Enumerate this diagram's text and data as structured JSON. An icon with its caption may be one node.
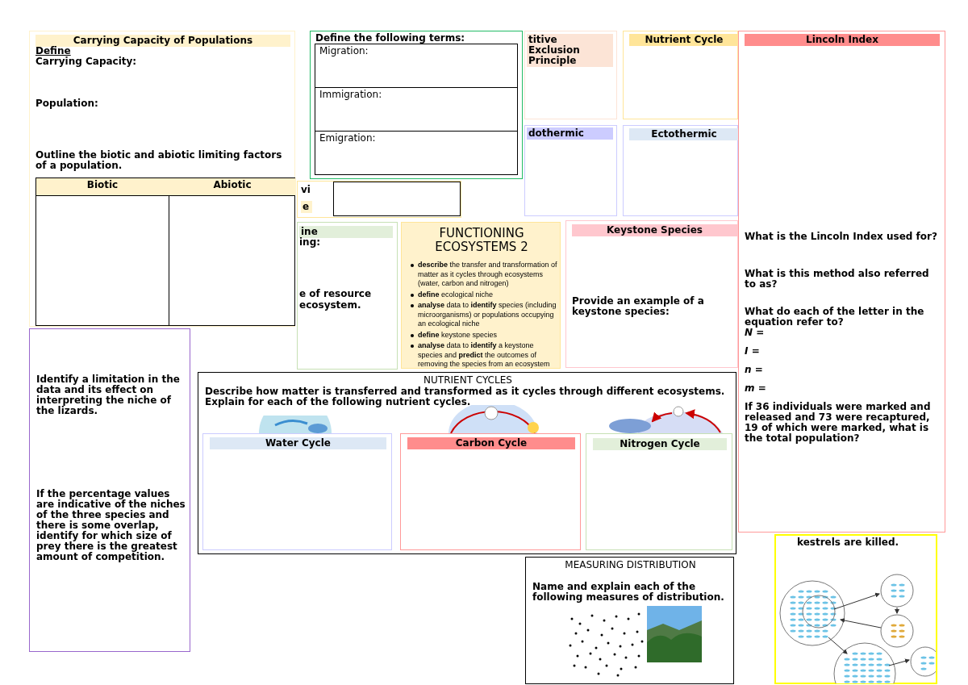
{
  "diagram": {
    "nodes": [
      {
        "text": [
          "Identify a limitation in the data and its effect on interpreting the niche of the lizards.",
          "If the percentage values are indicative of the niches of the three species and there is some overlap, identify for which size of prey there is the greatest amount of competition."
        ]
      },
      {
        "text": [
          "Carrying Capacity of Populations",
          "Define",
          "Carrying Capacity:",
          "Population:",
          "Outline the biotic and abiotic limiting factors of a population."
        ]
      },
      {
        "text": [
          "Biotic",
          "Abiotic"
        ],
        "in": 1
      },
      {
        "text": [
          "vi",
          "e"
        ]
      },
      {
        "text": [
          "Define the following terms:"
        ]
      },
      {
        "text": [
          "Migration:"
        ],
        "in": 4
      },
      {
        "text": [
          "Immigration:"
        ],
        "in": 4
      },
      {
        "text": [
          "Emigration:"
        ],
        "in": 4
      },
      {
        "text": [
          "titive Exclusion Principle"
        ]
      },
      {
        "text": [
          "Nutrient Cycle"
        ]
      },
      {
        "text": [
          "dothermic"
        ]
      },
      {
        "text": [
          "Ectothermic"
        ]
      },
      {
        "text": [
          "Lincoln Index",
          "What is the Lincoln Index used for?",
          "What is this method also referred to as?",
          "What do each of the letter in the equation refer to?",
          "N =",
          "I =",
          "n =",
          "m =",
          "If 36 individuals were marked and released and 73 were recaptured, 19 of which were marked, what is the total population?"
        ]
      },
      {
        "text": [
          "ine",
          "ing:",
          "e of resource",
          "ecosystem."
        ]
      },
      {
        "text": [
          "FUNCTIONING ECOSYSTEMS 2",
          "**describe** the transfer and transformation of matter as it cycles through ecosystems (water, carbon and nitrogen)",
          "**define** ecological niche",
          "**analyse** data to **identify** species (including microorganisms) or populations occupying an ecological niche",
          "**define** keystone species",
          "**analyse** data to **identify** a keystone species and **predict** the outcomes of removing the species from an ecosystem"
        ]
      },
      {
        "text": [
          "Keystone Species",
          "Provide an example of a keystone species:"
        ]
      },
      {
        "text": [
          "NUTRIENT CYCLES",
          "Describe how matter is transferred and transformed as it cycles through different ecosystems. Explain for each of the following nutrient cycles."
        ]
      },
      {
        "text": [
          "Water Cycle"
        ],
        "in": 16
      },
      {
        "text": [
          "Carbon Cycle"
        ],
        "in": 16
      },
      {
        "text": [
          "Nitrogen Cycle"
        ],
        "in": 16
      },
      {
        "text": [
          "kestrels are killed."
        ]
      },
      {
        "text": [
          "MEASURING DISTRIBUTION",
          "Name and explain each of the following measures of distribution."
        ]
      }
    ]
  }
}
